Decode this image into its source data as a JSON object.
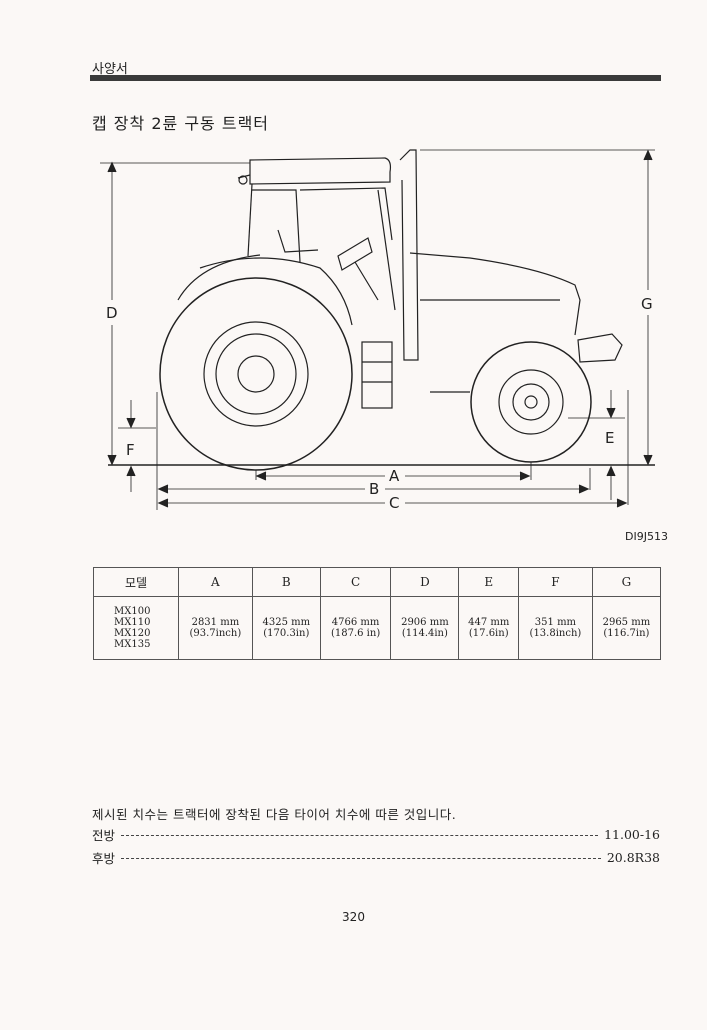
{
  "header": {
    "section": "사양서"
  },
  "title": "캡 장착 2륜 구동 트랙터",
  "figure": {
    "code": "DI9J513",
    "dim_letters": [
      "A",
      "B",
      "C",
      "D",
      "E",
      "F",
      "G"
    ]
  },
  "table": {
    "headers": [
      "모델",
      "A",
      "B",
      "C",
      "D",
      "E",
      "F",
      "G"
    ],
    "models": [
      "MX100",
      "MX110",
      "MX120",
      "MX135"
    ],
    "values": [
      [
        "2831 mm",
        "(93.7inch)"
      ],
      [
        "4325 mm",
        "(170.3in)"
      ],
      [
        "4766 mm",
        "(187.6 in)"
      ],
      [
        "2906 mm",
        "(114.4in)"
      ],
      [
        "447 mm",
        "(17.6in)"
      ],
      [
        "351 mm",
        "(13.8inch)"
      ],
      [
        "2965 mm",
        "(116.7in)"
      ]
    ]
  },
  "note": "제시된 치수는 트랙터에 장착된 다음 타이어 치수에 따른 것입니다.",
  "tires": [
    {
      "label": "전방",
      "value": "11.00-16"
    },
    {
      "label": "후방",
      "value": "20.8R38"
    }
  ],
  "page_number": "320"
}
